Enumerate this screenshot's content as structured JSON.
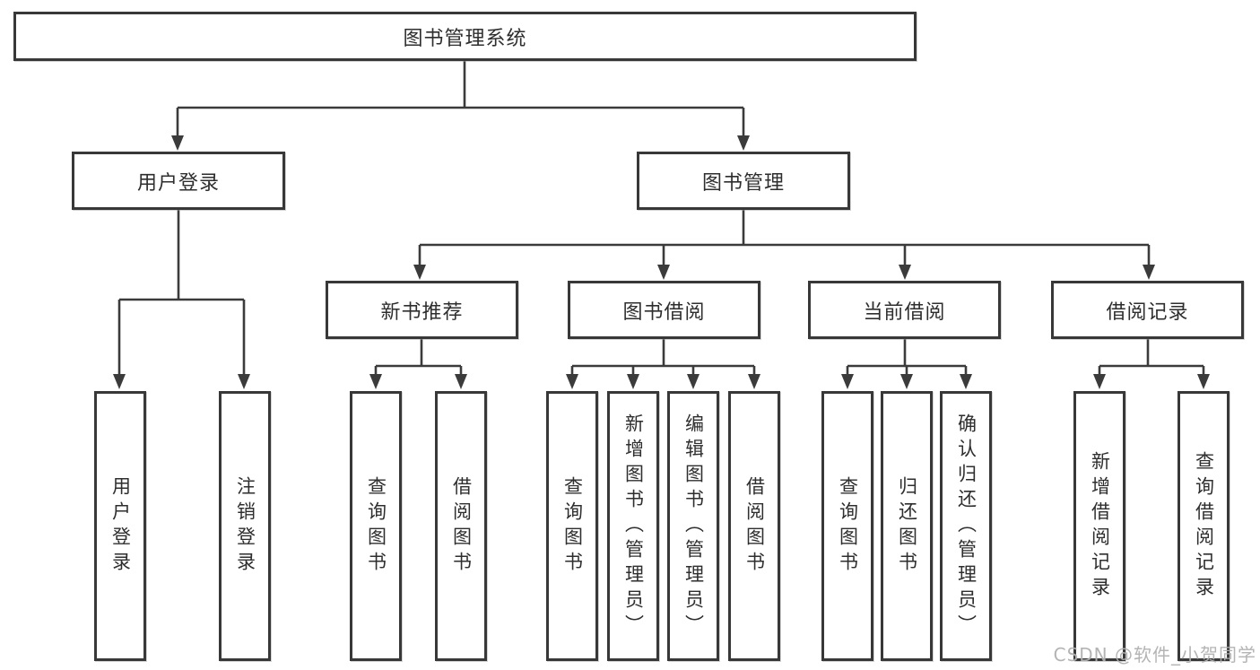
{
  "diagram": {
    "type": "hierarchy-tree",
    "root": "图书管理系统",
    "children": [
      {
        "label": "用户登录",
        "children": [
          {
            "label": "用户登录"
          },
          {
            "label": "注销登录"
          }
        ]
      },
      {
        "label": "图书管理",
        "children": [
          {
            "label": "新书推荐",
            "children": [
              {
                "label": "查询图书"
              },
              {
                "label": "借阅图书"
              }
            ]
          },
          {
            "label": "图书借阅",
            "children": [
              {
                "label": "查询图书"
              },
              {
                "label": "新增图书（管理员）"
              },
              {
                "label": "编辑图书（管理员）"
              },
              {
                "label": "借阅图书"
              }
            ]
          },
          {
            "label": "当前借阅",
            "children": [
              {
                "label": "查询图书"
              },
              {
                "label": "归还图书"
              },
              {
                "label": "确认归还（管理员）"
              }
            ]
          },
          {
            "label": "借阅记录",
            "children": [
              {
                "label": "新增借阅记录"
              },
              {
                "label": "查询借阅记录"
              }
            ]
          }
        ]
      }
    ]
  },
  "watermark": "CSDN @软件_小贺同学",
  "colors": {
    "line": "#3b3b3b",
    "box_border": "#383838",
    "text": "#2e2e2e",
    "watermark": "#b0b0b0",
    "background": "#ffffff"
  }
}
